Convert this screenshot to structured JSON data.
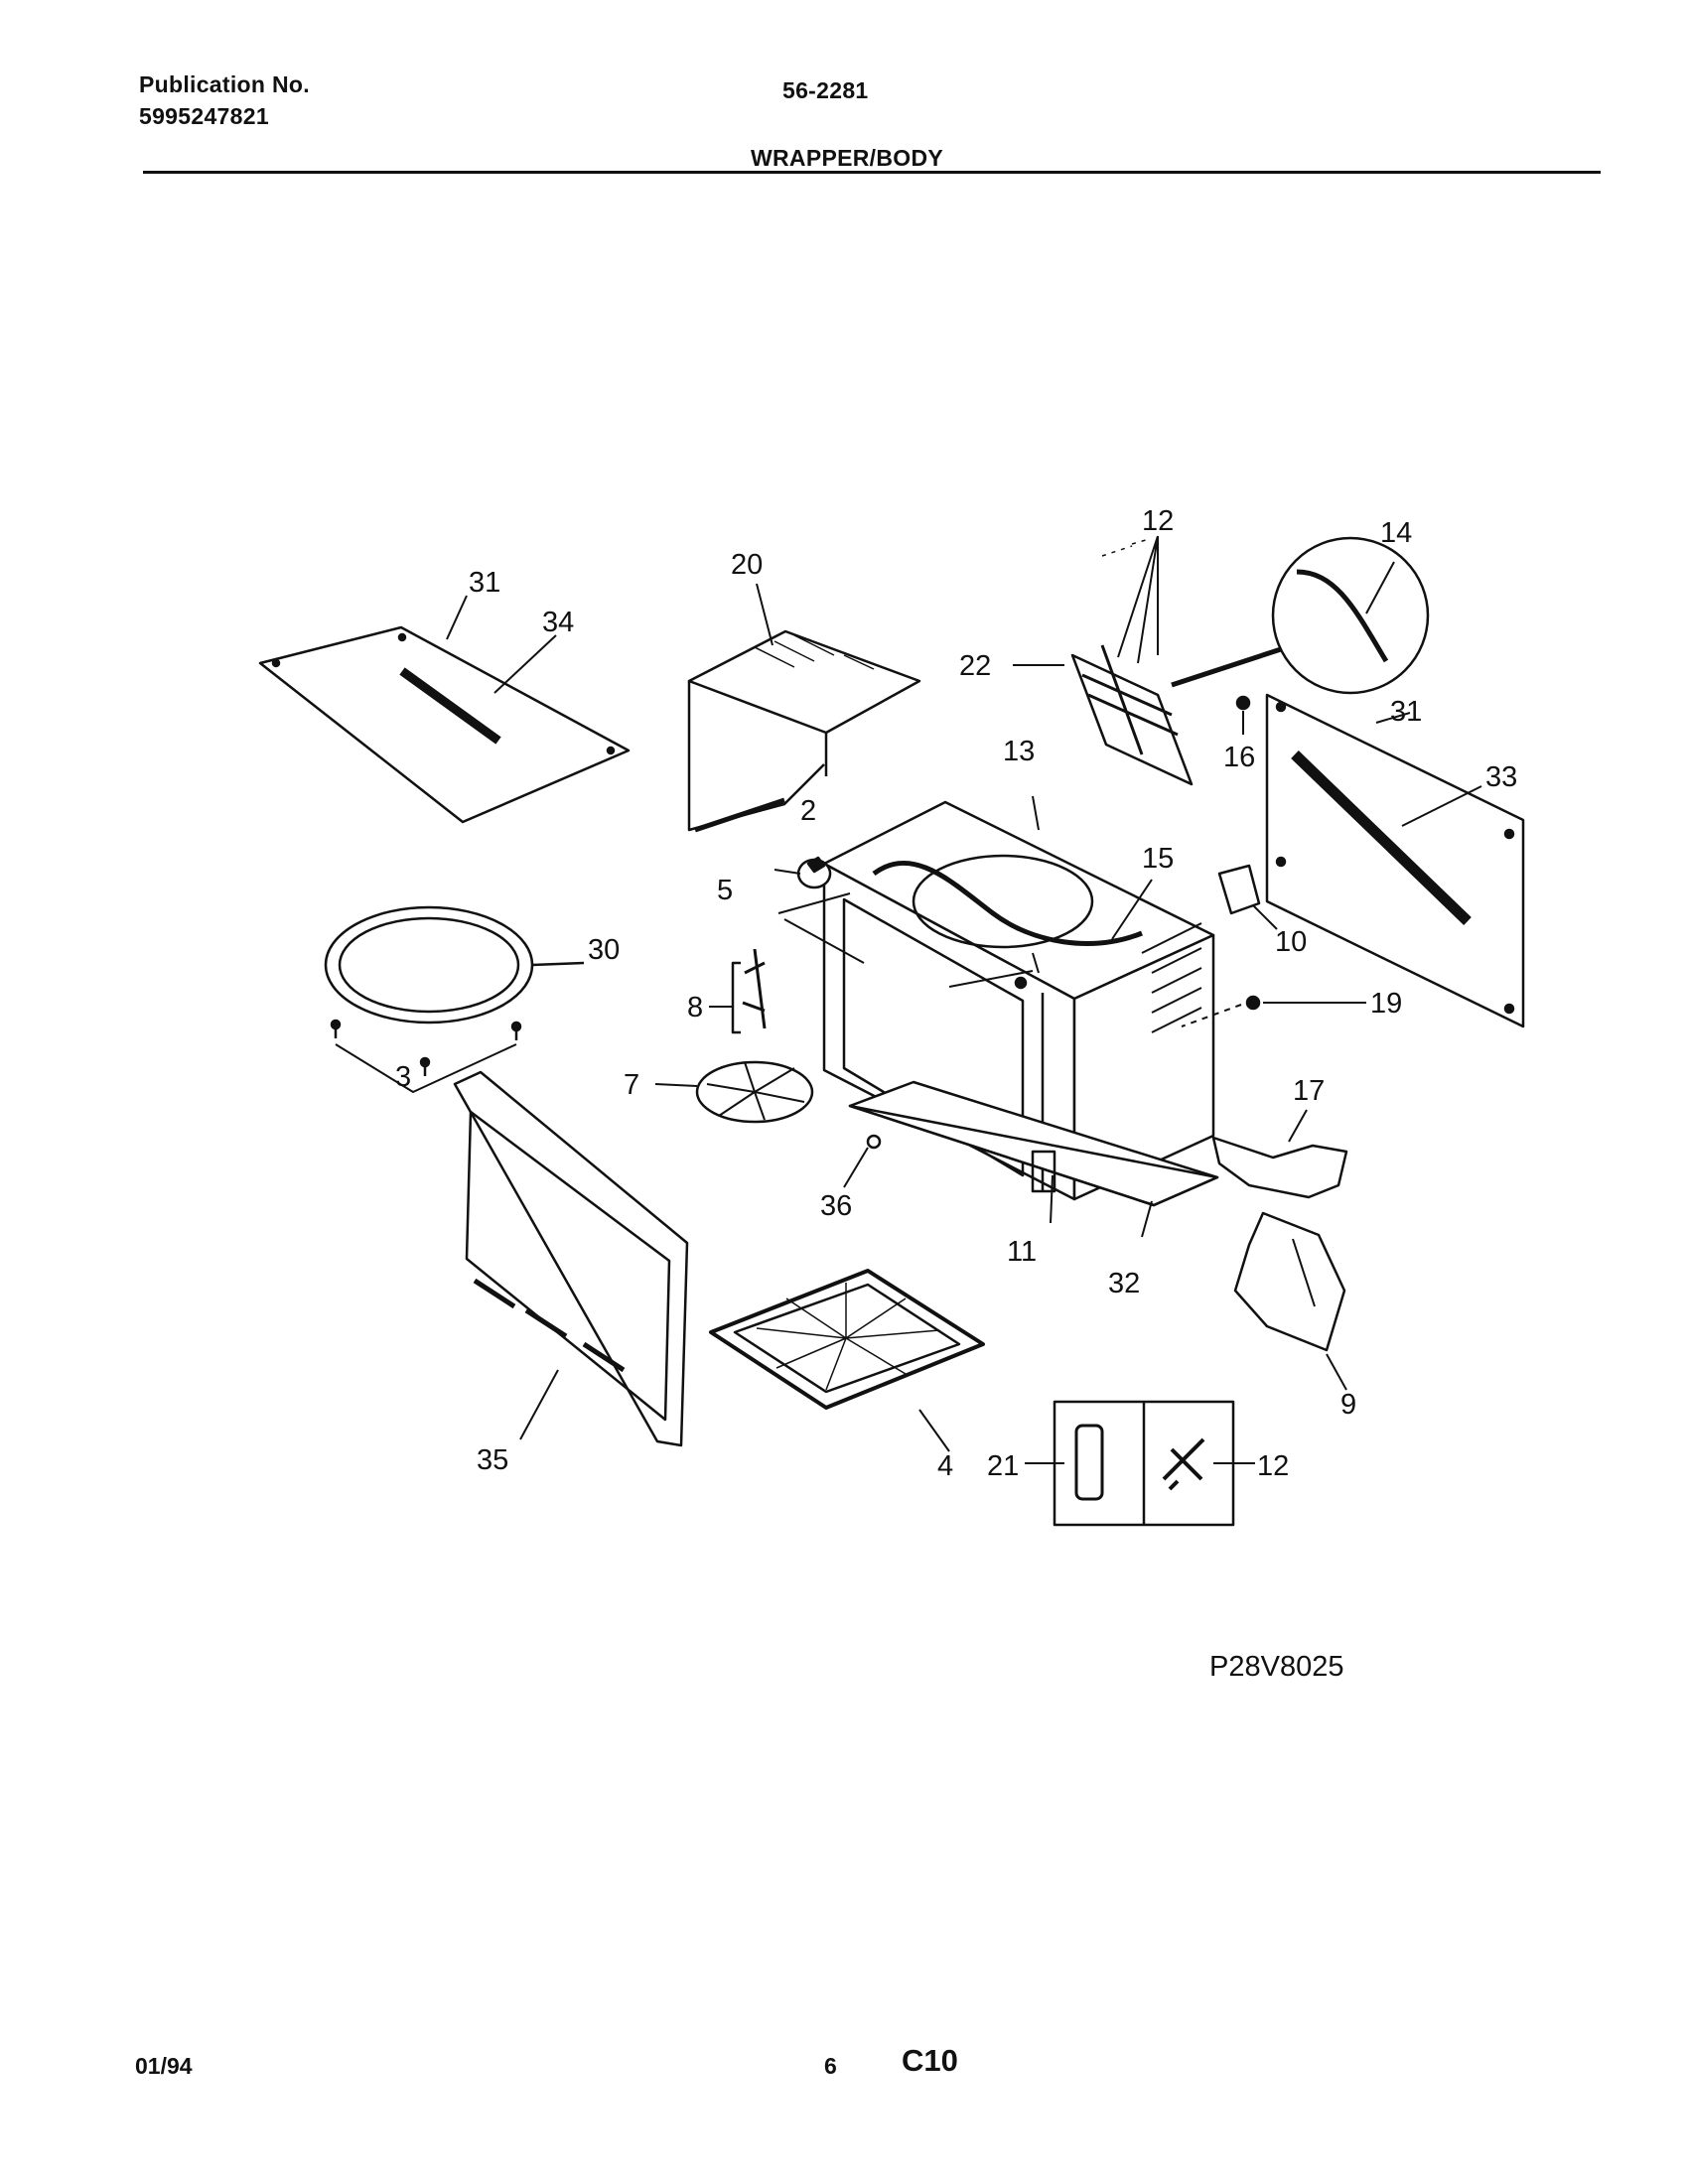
{
  "header": {
    "pub_label": "Publication No.",
    "pub_number": "5995247821",
    "model": "56-2281",
    "section_title": "WRAPPER/BODY"
  },
  "diagram": {
    "drawing_code": "P28V8025",
    "callouts": {
      "c31a": "31",
      "c34": "34",
      "c20": "20",
      "c12a": "12",
      "c14": "14",
      "c22": "22",
      "c16": "16",
      "c31b": "31",
      "c33": "33",
      "c13": "13",
      "c2": "2",
      "c15": "15",
      "c5": "5",
      "c10": "10",
      "c30": "30",
      "c19": "19",
      "c8": "8",
      "c3": "3",
      "c7": "7",
      "c17": "17",
      "c36": "36",
      "c11": "11",
      "c32": "32",
      "c9": "9",
      "c35": "35",
      "c4": "4",
      "c21": "21",
      "c12b": "12"
    }
  },
  "footer": {
    "date": "01/94",
    "page": "6",
    "section_code": "C10"
  }
}
